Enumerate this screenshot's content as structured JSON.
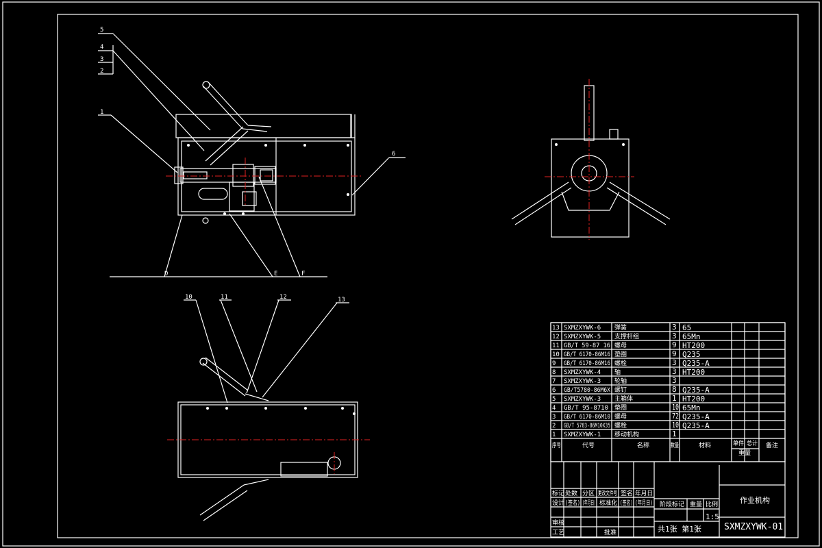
{
  "views": {
    "front_labels": [
      "5",
      "4",
      "3",
      "2",
      "1",
      "6",
      "D",
      "E",
      "F"
    ],
    "top_labels": [
      "10",
      "11",
      "12",
      "13"
    ]
  },
  "bom": {
    "rows": [
      {
        "no": "13",
        "code": "SXMZXYWK-6",
        "name": "弹簧",
        "qty": "3",
        "material": "65"
      },
      {
        "no": "12",
        "code": "SXMZXYWK-5",
        "name": "支撑杆组",
        "qty": "3",
        "material": "65Mn"
      },
      {
        "no": "11",
        "code": "GB/T 59-87 16",
        "name": "螺母",
        "qty": "9",
        "material": "HT200"
      },
      {
        "no": "10",
        "code": "GB/T 6170-86M16",
        "name": "垫圈",
        "qty": "9",
        "material": "Q235"
      },
      {
        "no": "9",
        "code": "GB/T 6170-86M16",
        "name": "螺栓",
        "qty": "3",
        "material": "Q235-A"
      },
      {
        "no": "8",
        "code": "SXMZXYWK-4",
        "name": "轴",
        "qty": "3",
        "material": "HT200"
      },
      {
        "no": "7",
        "code": "SXMZXYWK-3",
        "name": "轮轴",
        "qty": "3",
        "material": ""
      },
      {
        "no": "6",
        "code": "GB/T5780-86M6X",
        "name": "螺钉",
        "qty": "8",
        "material": "Q235-A"
      },
      {
        "no": "5",
        "code": "SXMZXYWK-3",
        "name": "主箱体",
        "qty": "1",
        "material": "HT200"
      },
      {
        "no": "4",
        "code": "GB/T 95-8710",
        "name": "垫圈",
        "qty": "10",
        "material": "65Mn"
      },
      {
        "no": "3",
        "code": "GB/T 6170-86M10",
        "name": "螺母",
        "qty": "72",
        "material": "Q235-A"
      },
      {
        "no": "2",
        "code": "GB/T 5783-86M10X35",
        "name": "螺栓",
        "qty": "10",
        "material": "Q235-A"
      },
      {
        "no": "1",
        "code": "SXMZXYWK-1",
        "name": "移动机构",
        "qty": "1",
        "material": ""
      }
    ],
    "header": {
      "no": "序号",
      "code": "代号",
      "name": "名称",
      "qty": "数量",
      "material": "材料",
      "unit": "单件",
      "total": "总计",
      "weight": "重量",
      "remark": "备注"
    }
  },
  "title_block": {
    "row_labels": [
      "标记",
      "处数",
      "分区",
      "更改文件号",
      "签名",
      "年月日"
    ],
    "design": "设计",
    "sign": "(签名)",
    "date": "(年月日)",
    "standard": "标准化",
    "review": "审核",
    "process": "工艺",
    "approve": "批准",
    "stage": "阶段标记",
    "weight": "重量",
    "scale_label": "比例",
    "scale": "1:5",
    "sheets": "共1张  第1张",
    "drawing_name": "作业机构",
    "drawing_code": "SXMZXYWK-01"
  }
}
